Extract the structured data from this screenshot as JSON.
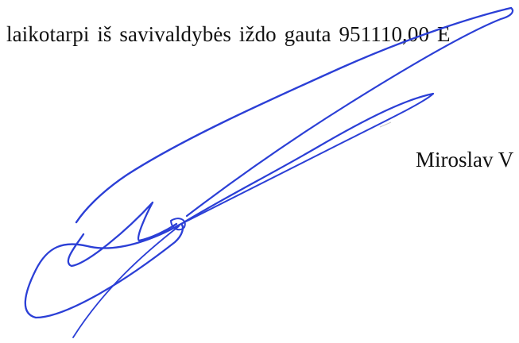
{
  "document": {
    "text_line": "laikotarpi iš savivaldybės iždo gauta 951110,00 E",
    "name_line": "Miroslav V"
  },
  "signature": {
    "ink_color": "#2b3fd6",
    "icon": "handwritten-signature"
  }
}
